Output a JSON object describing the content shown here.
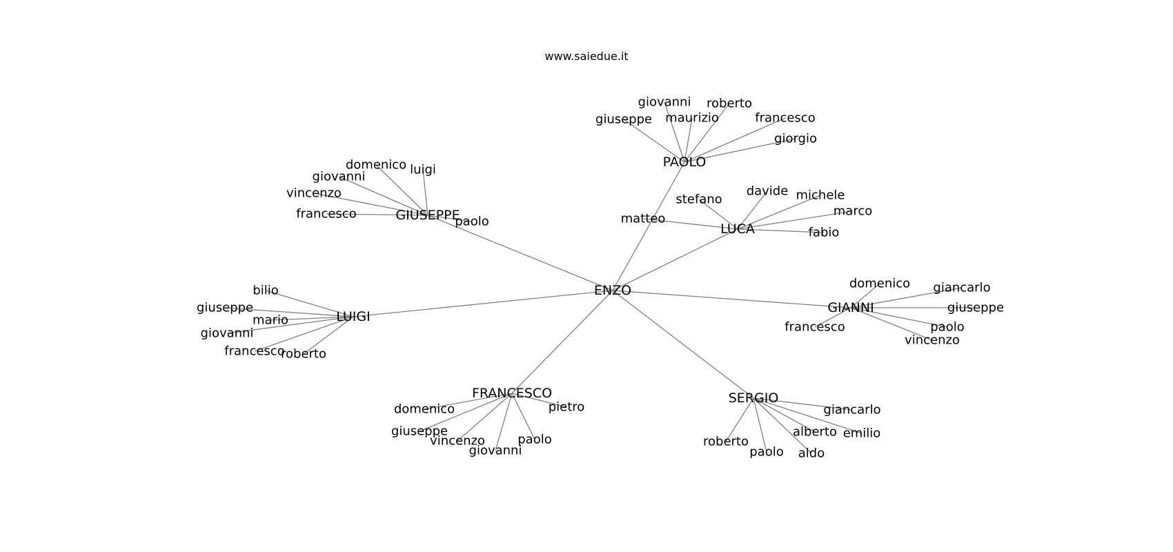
{
  "title": "www.saiedue.it",
  "graph": {
    "root": "ENZO",
    "hubs": [
      {
        "name": "PAOLO",
        "leaves": [
          "giovanni",
          "roberto",
          "giuseppe",
          "maurizio",
          "francesco",
          "giorgio"
        ]
      },
      {
        "name": "GIUSEPPE",
        "leaves": [
          "domenico",
          "luigi",
          "giovanni",
          "vincenzo",
          "francesco",
          "paolo"
        ]
      },
      {
        "name": "LUCA",
        "leaves": [
          "stefano",
          "davide",
          "michele",
          "marco",
          "matteo",
          "fabio"
        ]
      },
      {
        "name": "LUIGI",
        "leaves": [
          "bilio",
          "giuseppe",
          "mario",
          "giovanni",
          "francesco",
          "roberto"
        ]
      },
      {
        "name": "GIANNI",
        "leaves": [
          "domenico",
          "giancarlo",
          "giuseppe",
          "francesco",
          "paolo",
          "vincenzo"
        ]
      },
      {
        "name": "FRANCESCO",
        "leaves": [
          "domenico",
          "pietro",
          "giuseppe",
          "vincenzo",
          "giovanni",
          "paolo"
        ]
      },
      {
        "name": "SERGIO",
        "leaves": [
          "giancarlo",
          "alberto",
          "emilio",
          "roberto",
          "paolo",
          "aldo"
        ]
      }
    ]
  }
}
